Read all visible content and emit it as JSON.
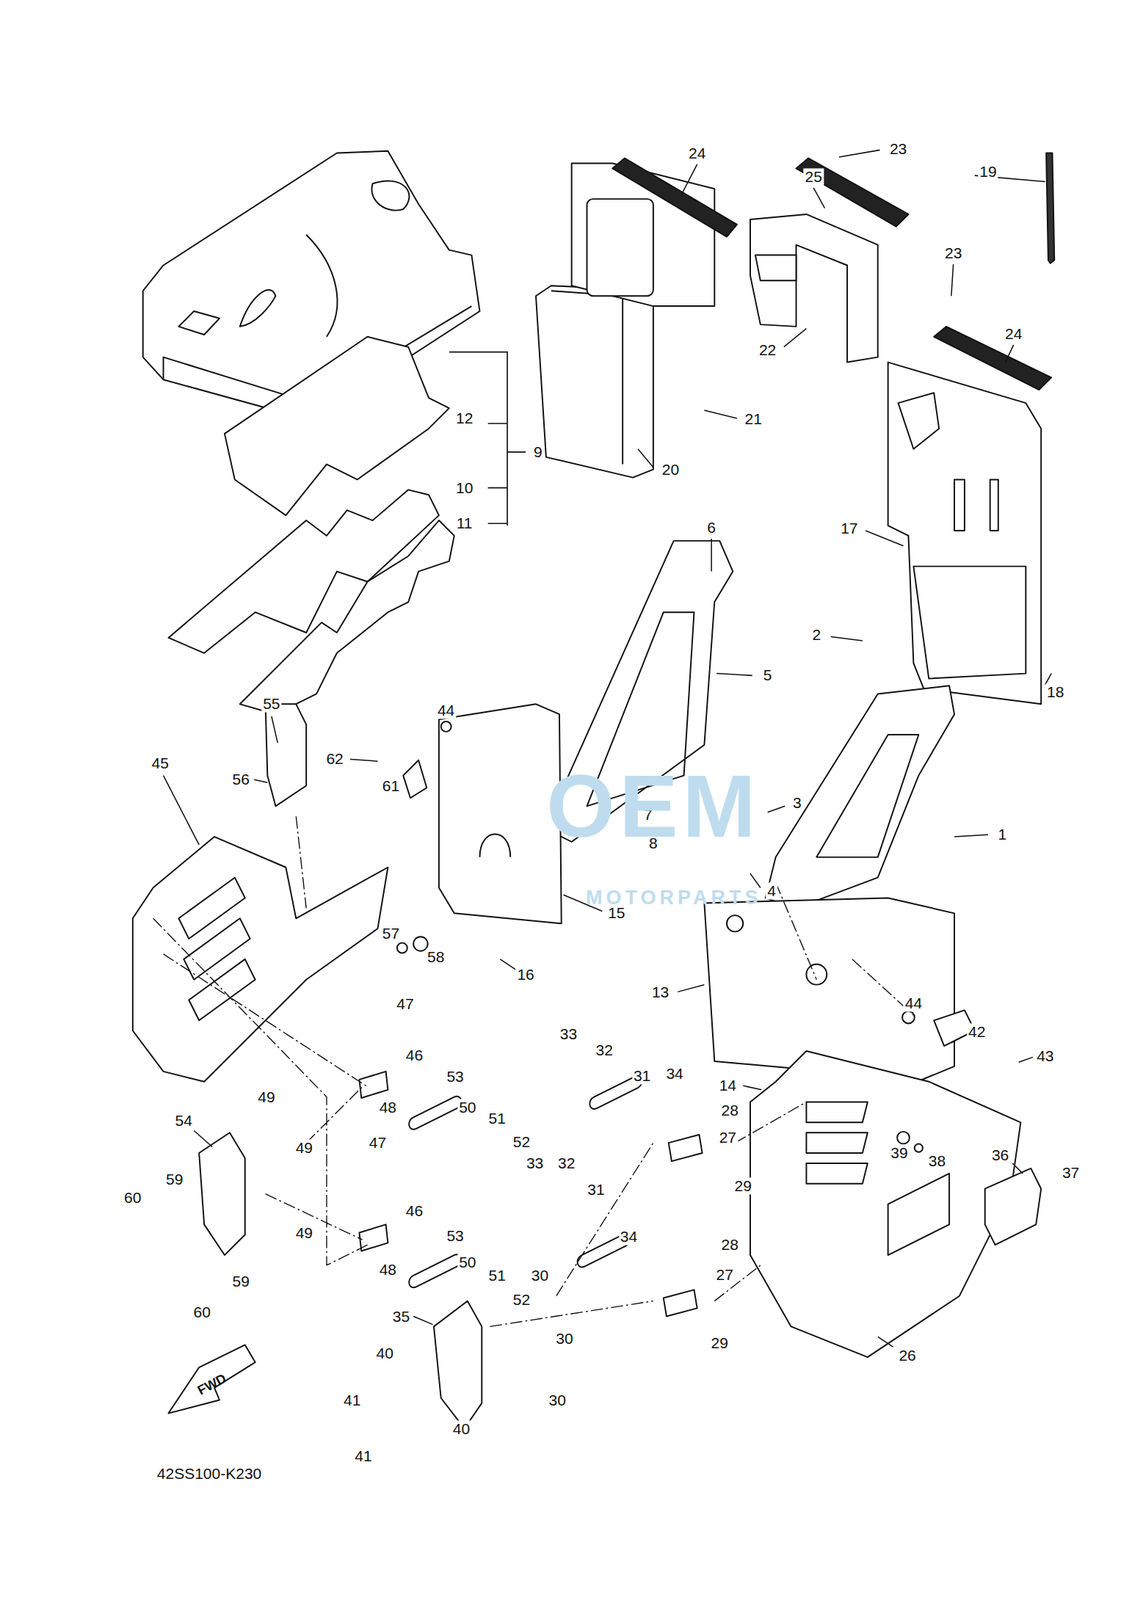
{
  "diagram": {
    "labels": [
      "24",
      "23",
      "19",
      "25",
      "23",
      "24",
      "22",
      "21",
      "20",
      "12",
      "9",
      "10",
      "11",
      "6",
      "17",
      "2",
      "18",
      "5",
      "44",
      "55",
      "62",
      "61",
      "45",
      "56",
      "7",
      "3",
      "1",
      "8",
      "4",
      "15",
      "57",
      "58",
      "16",
      "13",
      "47",
      "44",
      "42",
      "43",
      "33",
      "32",
      "14",
      "46",
      "53",
      "34",
      "31",
      "50",
      "51",
      "52",
      "28",
      "27",
      "39",
      "38",
      "36",
      "37",
      "49",
      "54",
      "49",
      "48",
      "59",
      "60",
      "47",
      "33",
      "32",
      "31",
      "29",
      "46",
      "53",
      "49",
      "50",
      "51",
      "48",
      "52",
      "34",
      "28",
      "27",
      "59",
      "60",
      "30",
      "35",
      "30",
      "29",
      "26",
      "40",
      "30",
      "41",
      "40",
      "41",
      "42SS100-K230",
      "FWD",
      "OEM",
      "MOTORPARTS"
    ]
  }
}
